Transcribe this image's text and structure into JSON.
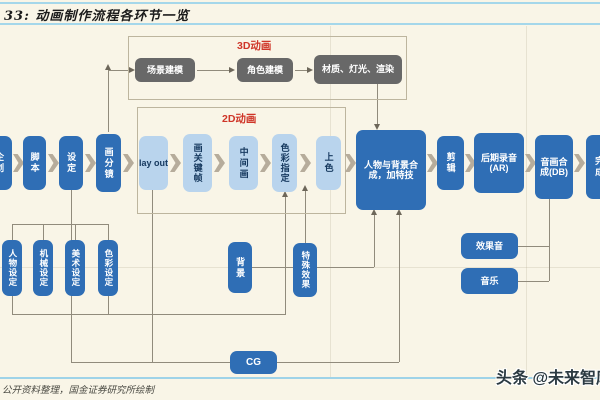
{
  "header": {
    "title": "33: 动画制作流程各环节一览"
  },
  "sections": {
    "threeD_label": "3D动画",
    "twoD_label": "2D动画"
  },
  "pipeline3d": {
    "scene_modeling": "场景建模",
    "character_modeling": "角色建模",
    "material_lighting_rendering": "材质、灯光、渲染"
  },
  "chain": {
    "planning": "企划",
    "script": "脚本",
    "setting": "设定",
    "storyboard": "画分镜",
    "layout": "lay out",
    "keyframe": "画关键帧",
    "inbetween": "中间画",
    "color_design": "色彩指定",
    "coloring": "上色",
    "compositing": "人物与背景合成，加特技",
    "editing": "剪辑",
    "post_recording": "后期录音(AR)",
    "av_mixing": "音画合成(DB)",
    "finish": "完成"
  },
  "settings_detail": {
    "character": "人物设定",
    "mechanical": "机械设定",
    "art": "美术设定",
    "color": "色彩设定"
  },
  "assets": {
    "background": "背景",
    "special_effects": "特殊效果",
    "cg": "CG"
  },
  "audio": {
    "sound_effects": "效果音",
    "music": "音乐"
  },
  "footer": {
    "source": "公开资料整理，国金证券研究所绘制",
    "watermark": "头条 @未来智库"
  },
  "colors": {
    "background": "#f9f5e7",
    "primary_blue": "#2f6eb5",
    "light_blue": "#b9d4ed",
    "gray_box": "#686868",
    "accent_red": "#cf3528",
    "header_line_blue": "#a5d7ea"
  },
  "edges": [
    "企划>脚本",
    "脚本>设定",
    "设定>画分镜",
    "画分镜>lay out",
    "lay out>画关键帧",
    "画关键帧>中间画",
    "中间画>色彩指定",
    "色彩指定>上色",
    "上色>人物与背景合成，加特技",
    "人物与背景合成，加特技>剪辑",
    "剪辑>后期录音(AR)",
    "后期录音(AR)>音画合成(DB)",
    "音画合成(DB)>完成",
    "画分镜>场景建模",
    "场景建模>角色建模",
    "角色建模>材质、灯光、渲染",
    "材质、灯光、渲染>人物与背景合成，加特技",
    "设定>人物设定",
    "设定>机械设定",
    "设定>美术设定",
    "设定>色彩设定",
    "色彩设定>色彩指定",
    "特殊效果>上色",
    "背景>人物与背景合成，加特技",
    "CG>人物与背景合成，加特技",
    "lay out>CG",
    "效果音>音画合成(DB)",
    "音乐>音画合成(DB)"
  ]
}
